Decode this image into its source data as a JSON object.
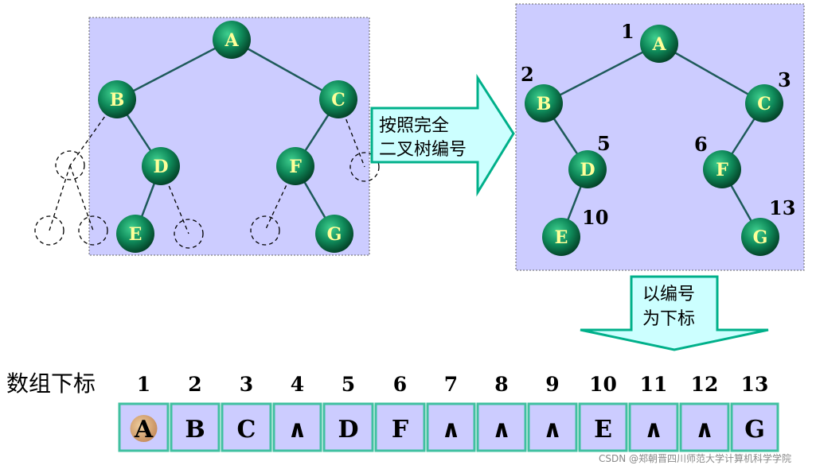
{
  "left_tree": {
    "nodes": [
      "A",
      "B",
      "C",
      "D",
      "F",
      "E",
      "G"
    ]
  },
  "arrow_right": {
    "line1": "按照完全",
    "line2": "二叉树编号"
  },
  "right_tree": {
    "nodes": [
      {
        "label": "A",
        "num": "1"
      },
      {
        "label": "B",
        "num": "2"
      },
      {
        "label": "C",
        "num": "3"
      },
      {
        "label": "D",
        "num": "5"
      },
      {
        "label": "F",
        "num": "6"
      },
      {
        "label": "E",
        "num": "10"
      },
      {
        "label": "G",
        "num": "13"
      }
    ]
  },
  "arrow_down": {
    "line1": "以编号",
    "line2": "为下标"
  },
  "array": {
    "title": "数组下标",
    "indices": [
      "1",
      "2",
      "3",
      "4",
      "5",
      "6",
      "7",
      "8",
      "9",
      "10",
      "11",
      "12",
      "13"
    ],
    "cells": [
      "A",
      "B",
      "C",
      "∧",
      "D",
      "F",
      "∧",
      "∧",
      "∧",
      "E",
      "∧",
      "∧",
      "G"
    ]
  },
  "watermark": "CSDN @郑朝晋四川师范大学计算机科学学院",
  "colors": {
    "panel_fill": "#ccccff",
    "node_fill": "#0f8a5a",
    "node_text": "#ffff99",
    "arrow_fill": "#ccffff",
    "arrow_stroke": "#00b08a",
    "cell_fill": "#ccccff",
    "cell_stroke": "#40c0a0"
  }
}
